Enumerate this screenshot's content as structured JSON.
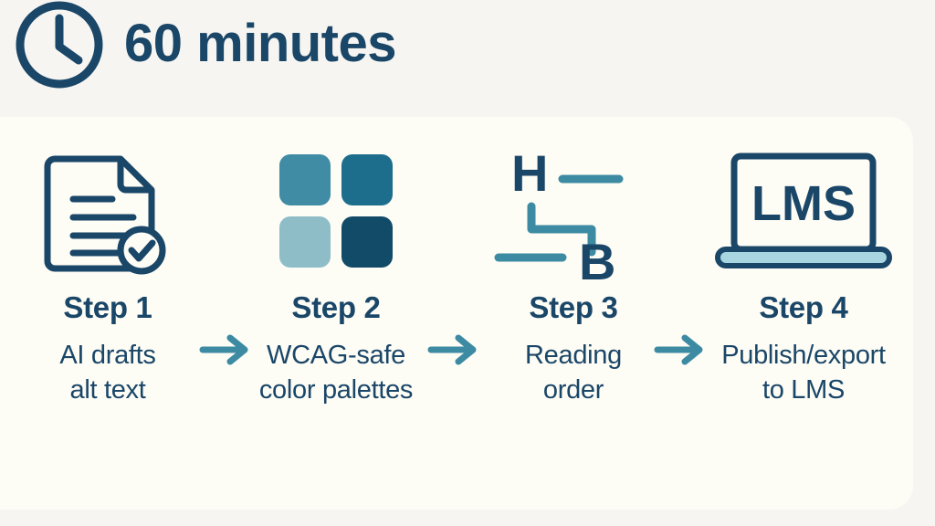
{
  "header": {
    "icon": "clock-icon",
    "title": "60 minutes"
  },
  "colors": {
    "navy": "#1a4668",
    "teal_arrow": "#3d8ba3",
    "panel_bg": "#fdfcf5",
    "page_bg": "#f6f5f1",
    "swatch_top_left": "#3f8ca4",
    "swatch_top_right": "#1d6e8c",
    "swatch_bottom_left": "#8ebdc8",
    "swatch_bottom_right": "#124b68",
    "laptop_base": "#a8d5e0"
  },
  "steps": [
    {
      "icon": "document-check-icon",
      "title": "Step 1",
      "desc_lines": [
        "AI drafts",
        "alt text"
      ]
    },
    {
      "icon": "color-palette-swatches-icon",
      "title": "Step 2",
      "desc_lines": [
        "WCAG-safe",
        "color palettes"
      ]
    },
    {
      "icon": "reading-order-icon",
      "title": "Step 3",
      "desc_lines": [
        "Reading",
        "order"
      ],
      "heading_label": "H",
      "body_label": "B"
    },
    {
      "icon": "laptop-lms-icon",
      "title": "Step 4",
      "desc_lines": [
        "Publish/export",
        "to LMS"
      ],
      "screen_label": "LMS"
    }
  ],
  "arrows": [
    {
      "name": "arrow-step1-to-step2"
    },
    {
      "name": "arrow-step2-to-step3"
    },
    {
      "name": "arrow-step3-to-step4"
    }
  ]
}
